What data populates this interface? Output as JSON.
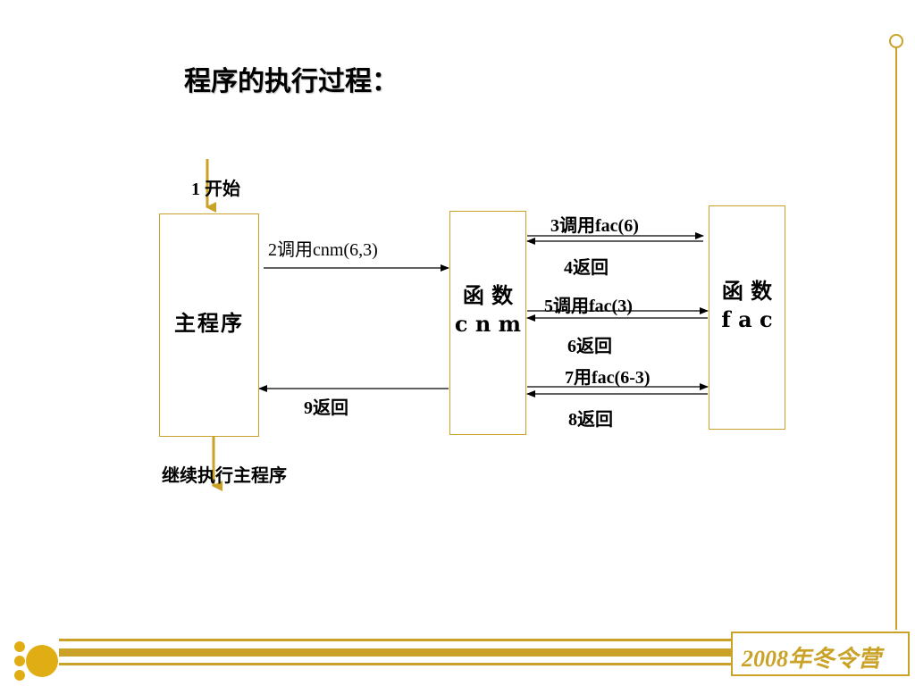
{
  "slide": {
    "title": "程序的执行过程：",
    "footer": "2008年冬令营"
  },
  "diagram": {
    "nodes": {
      "main": "主程序",
      "cnm_line1": "函 数",
      "cnm_line2": "c n m",
      "fac_line1": "函 数",
      "fac_line2": "f a c"
    },
    "steps": {
      "start": "1 开始",
      "call_cnm": "2调用cnm(6,3)",
      "call_fac6": "3调用fac(6)",
      "return4": "4返回",
      "call_fac3": "5调用fac(3)",
      "return6": "6返回",
      "call_fac63": "7用fac(6-3)",
      "return8": "8返回",
      "return9": "9返回",
      "continue": "继续执行主程序"
    }
  },
  "theme": {
    "accent": "#c9a227",
    "ink": "#000000"
  }
}
